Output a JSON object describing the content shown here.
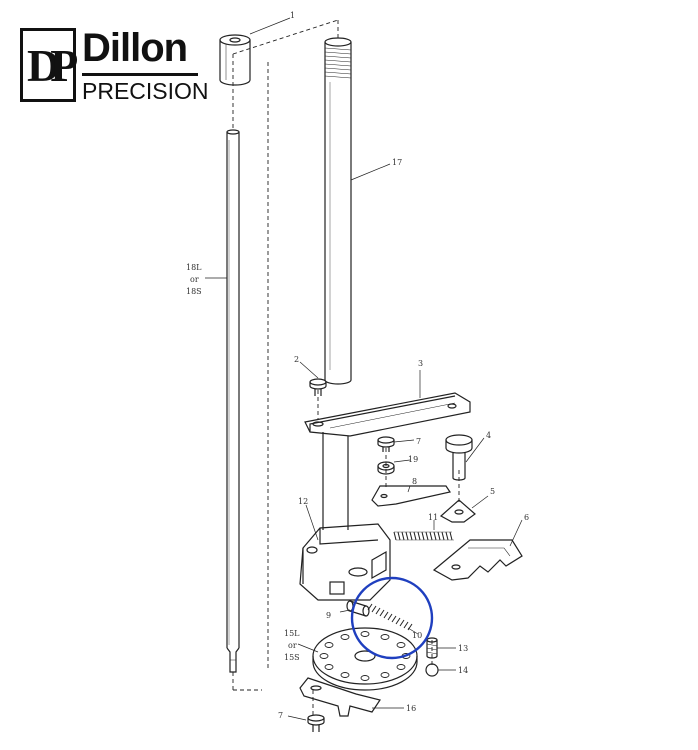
{
  "logo": {
    "monogram": "DP",
    "word1": "Dillon",
    "word2": "PRECISION"
  },
  "callouts": {
    "c1": "1",
    "c2": "2",
    "c3": "3",
    "c4": "4",
    "c5": "5",
    "c6": "6",
    "c7a": "7",
    "c7b": "7",
    "c8": "8",
    "c9": "9",
    "c10": "10",
    "c11": "11",
    "c12": "12",
    "c13": "13",
    "c14": "14",
    "c15_line1": "15L",
    "c15_line2": "or",
    "c15_line3": "15S",
    "c16": "16",
    "c17": "17",
    "c18_line1": "18L",
    "c18_line2": "or",
    "c18_line3": "18S",
    "c19": "19"
  },
  "colors": {
    "line": "#222222",
    "highlight": "#1f3fbf"
  }
}
